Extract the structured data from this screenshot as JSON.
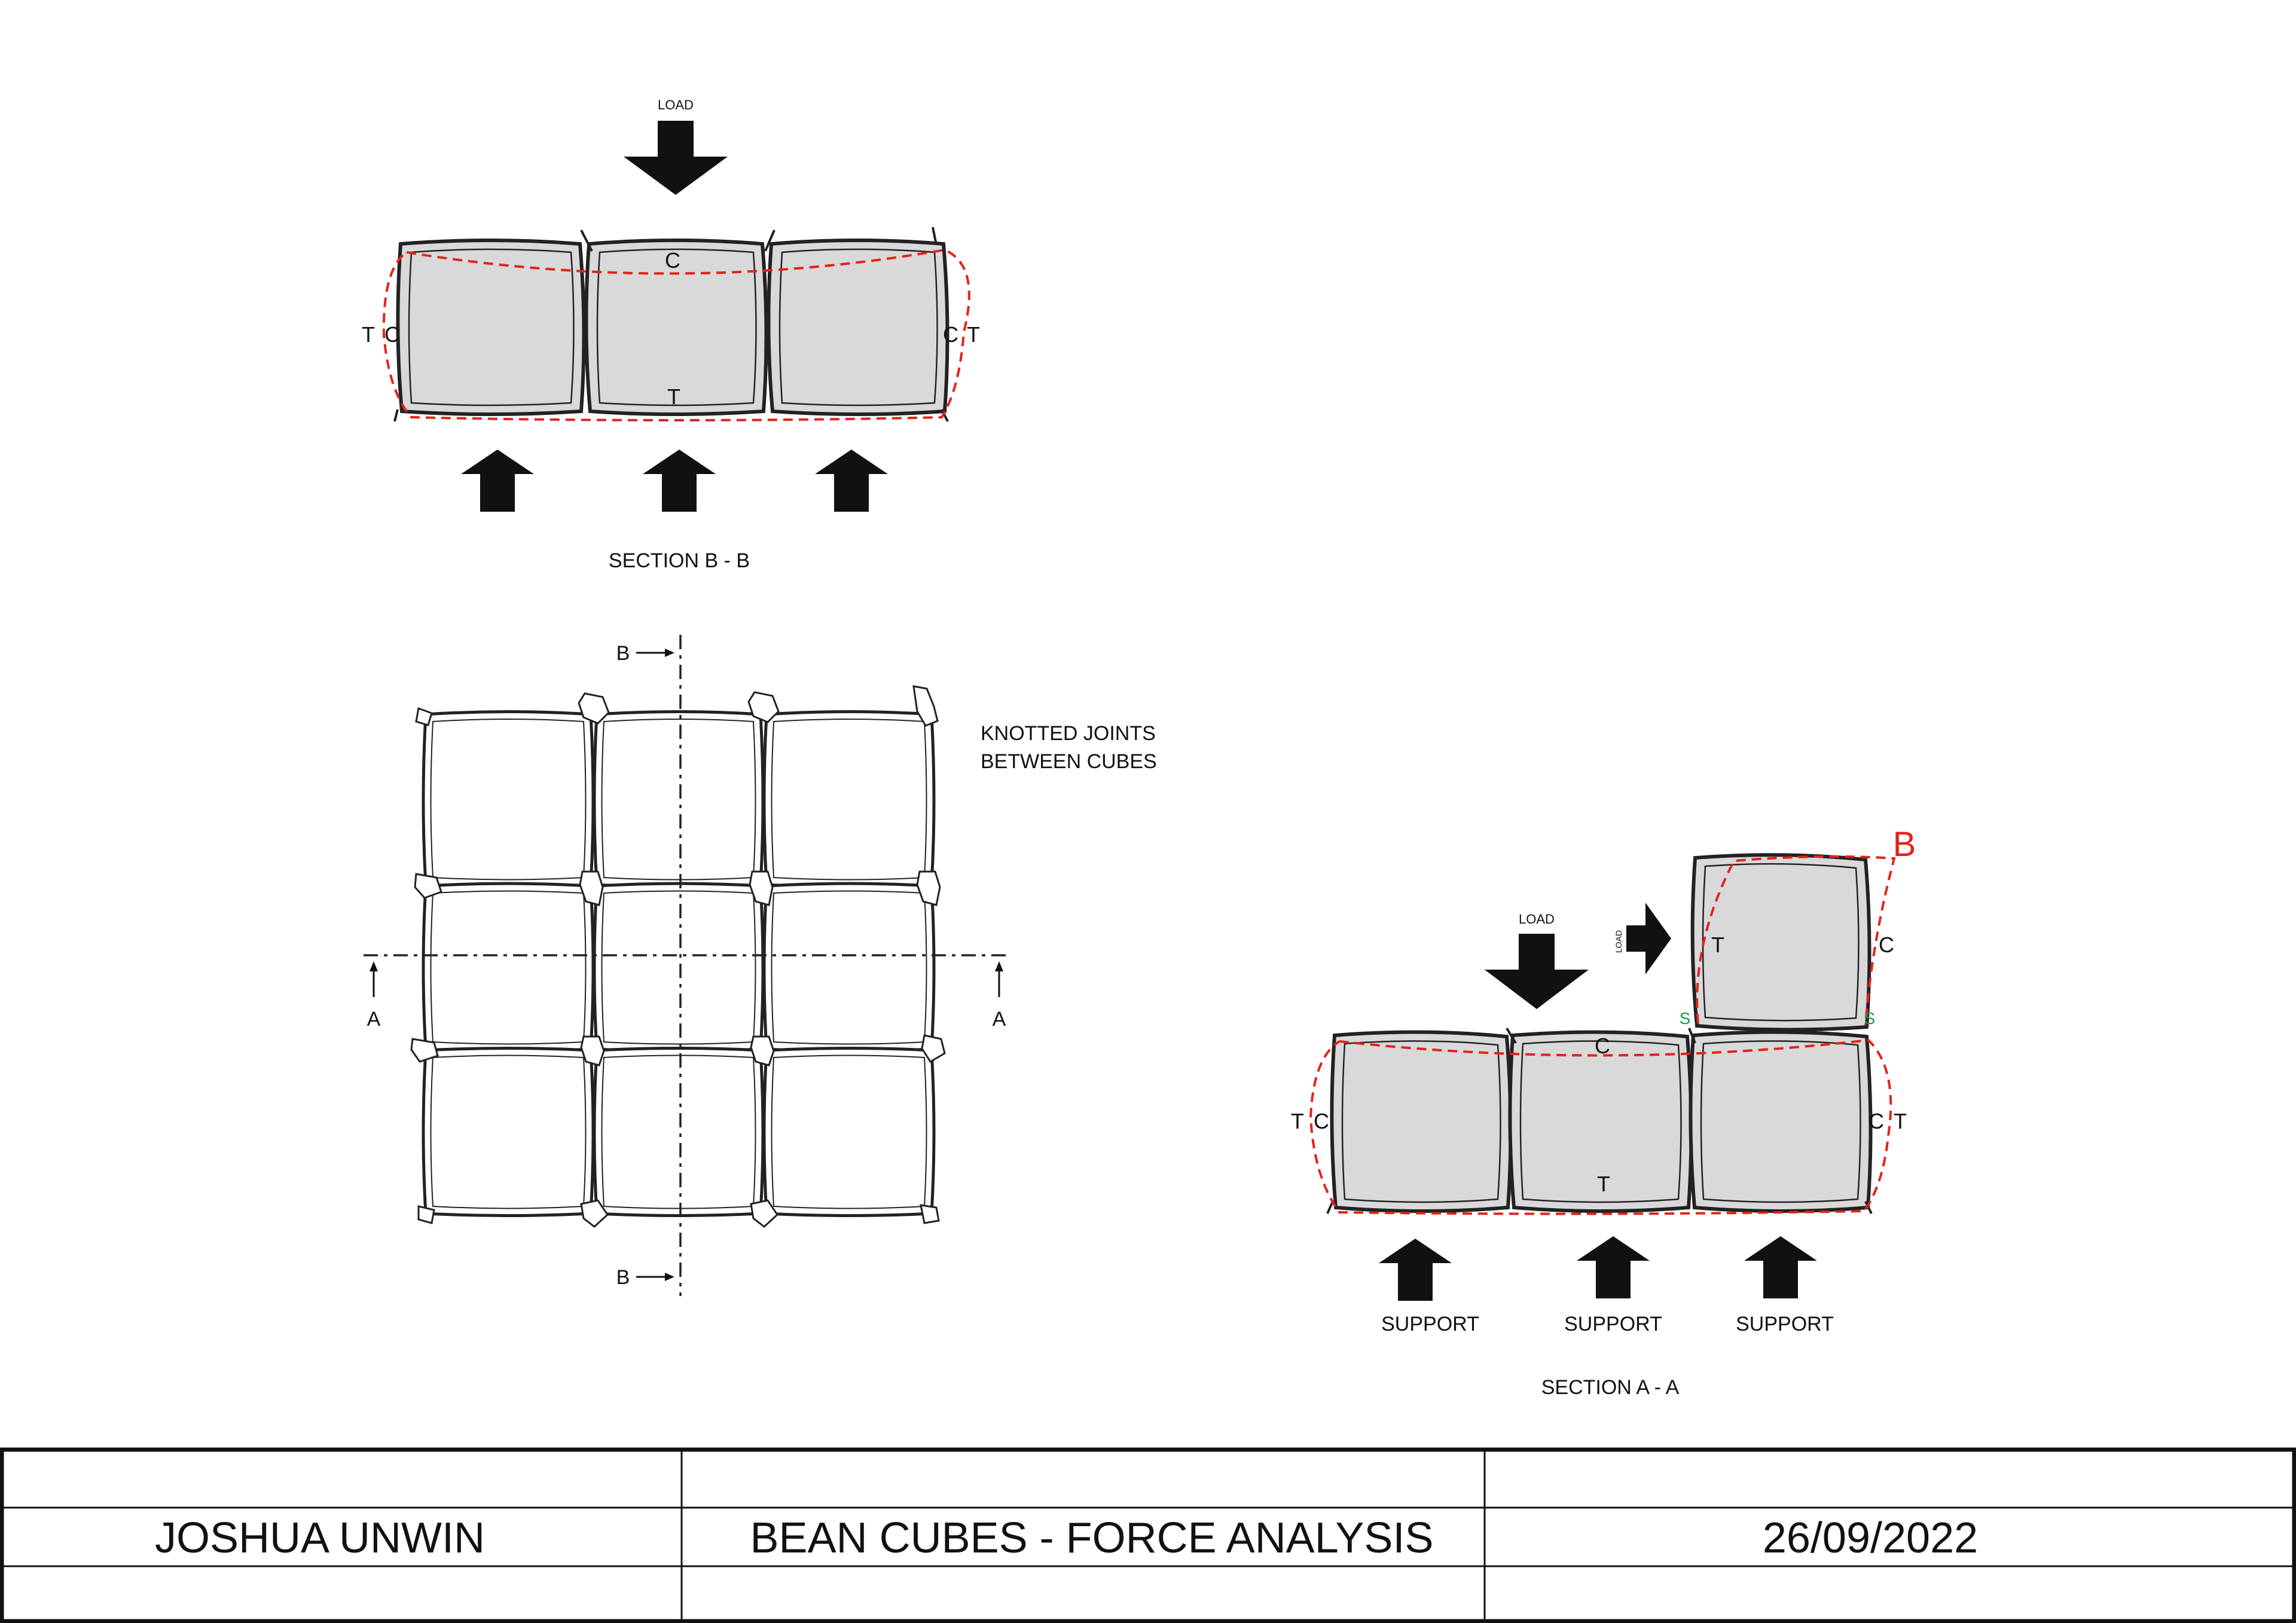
{
  "section_bb": {
    "load_label": "LOAD",
    "title": "SECTION B - B",
    "left_outer": "T",
    "left_inner": "C",
    "right_inner": "C",
    "right_outer": "T",
    "top_mid": "C",
    "bottom_mid": "T"
  },
  "plan": {
    "note_line1": "KNOTTED JOINTS",
    "note_line2": "BETWEEN CUBES",
    "cut_b": "B",
    "cut_a": "A"
  },
  "section_aa": {
    "load_label": "LOAD",
    "side_load_label": "LOAD",
    "title": "SECTION A - A",
    "mark_b": "B",
    "top_cube_t": "T",
    "top_cube_c": "C",
    "shear_left": "S",
    "shear_right": "S",
    "left_outer": "T",
    "left_inner": "C",
    "right_inner": "C",
    "right_outer": "T",
    "top_mid": "C",
    "bottom_mid": "T",
    "supports": [
      "SUPPORT",
      "SUPPORT",
      "SUPPORT"
    ]
  },
  "title_block": {
    "author": "JOSHUA UNWIN",
    "project": "BEAN CUBES - FORCE ANALYSIS",
    "date": "26/09/2022"
  },
  "colors": {
    "tension_compression_line": "#e2231a",
    "shear_mark": "#1a9b4b",
    "cube_fill": "#d9d9d9"
  }
}
